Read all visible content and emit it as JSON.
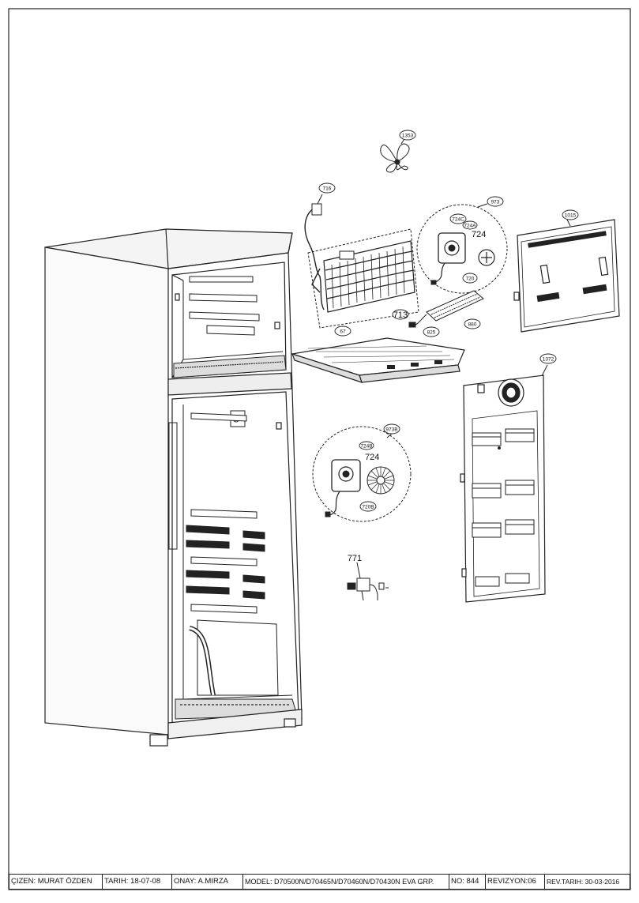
{
  "callouts": {
    "c1353": "1353",
    "c716": "716",
    "c973": "973",
    "c724c": "724C",
    "c724a": "724A",
    "c724_top": "724",
    "c720": "720",
    "c1015": "1015",
    "c67": "67",
    "c713": "713",
    "c880": "880",
    "c825": "825",
    "c1372": "1372",
    "c973b": "973B",
    "c724b": "724B",
    "c724_bottom": "724",
    "c720b": "720B",
    "c771": "771"
  },
  "titleblock": {
    "drawn_by": "ÇIZEN: MURAT ÖZDEN",
    "date": "TARIH: 18-07-08",
    "approved": "ONAY: A.MIRZA",
    "model": "MODEL: D70500N/D70465N/D70460N/D70430N EVA GRP.",
    "number": "NO: 844",
    "revision": "REVIZYON:06",
    "rev_date": "REV.TARIH: 30-03-2016"
  }
}
